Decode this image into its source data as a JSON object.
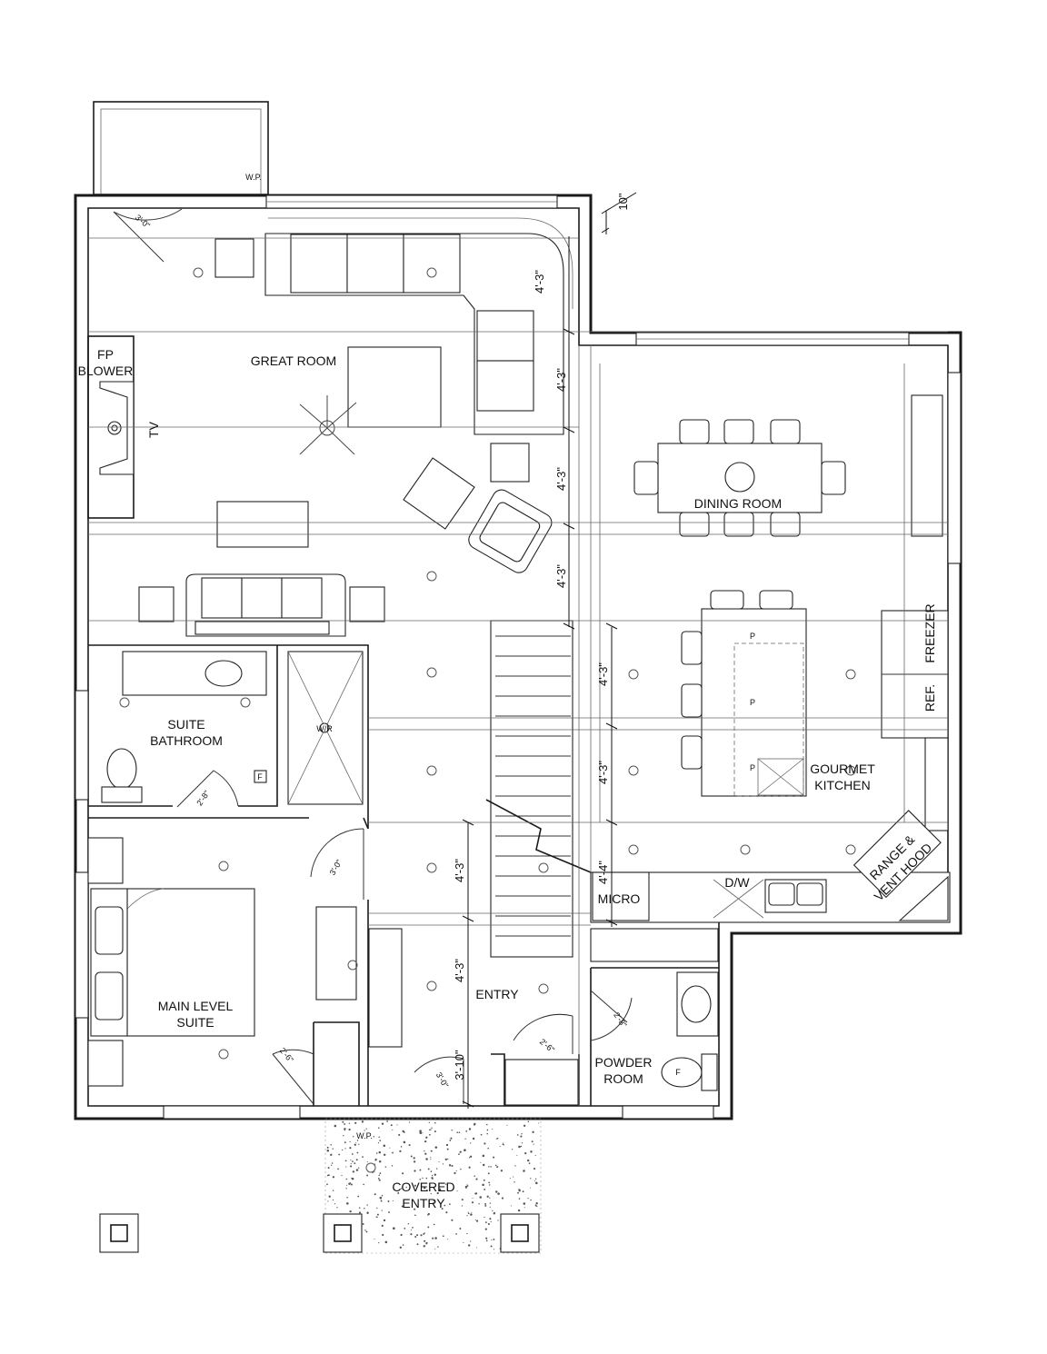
{
  "rooms": {
    "great_room": "GREAT ROOM",
    "dining_room": "DINING ROOM",
    "gourmet": "GOURMET",
    "kitchen": "KITCHEN",
    "suite": "SUITE",
    "bathroom": "BATHROOM",
    "main_level": "MAIN LEVEL",
    "suite2": "SUITE",
    "entry": "ENTRY",
    "powder": "POWDER",
    "room": "ROOM",
    "covered": "COVERED",
    "covered_entry": "ENTRY"
  },
  "fixtures": {
    "fp": "FP",
    "blower": "BLOWER",
    "tv": "TV",
    "freezer": "FREEZER",
    "ref": "REF.",
    "micro": "MICRO",
    "dw": "D/W",
    "range": "RANGE &",
    "vent_hood": "VENT HOOD",
    "wp_top": "W.P.",
    "wp_bottom": "W.P.",
    "f_bath": "F",
    "f_powder": "F",
    "p1": "P",
    "p2": "P",
    "p3": "P",
    "wr": "W/R"
  },
  "dimensions": {
    "d_10": "10\"",
    "d_43_a": "4'-3\"",
    "d_43_b": "4'-3\"",
    "d_43_c": "4'-3\"",
    "d_43_d": "4'-3\"",
    "d_43_e": "4'-3\"",
    "d_43_f": "4'-3\"",
    "d_43_g": "4'-3\"",
    "d_43_h": "4'-3\"",
    "d_44": "4'-4\"",
    "d_310": "3'-10\"",
    "door_30_top": "3'-0\"",
    "door_30_suite": "3'-0\"",
    "door_30_entry": "3'-0\"",
    "door_28_bath": "2'-8\"",
    "door_28_powder": "2'-8\"",
    "door_26_closet": "2'-6\"",
    "door_26_entry": "2'-6\""
  }
}
